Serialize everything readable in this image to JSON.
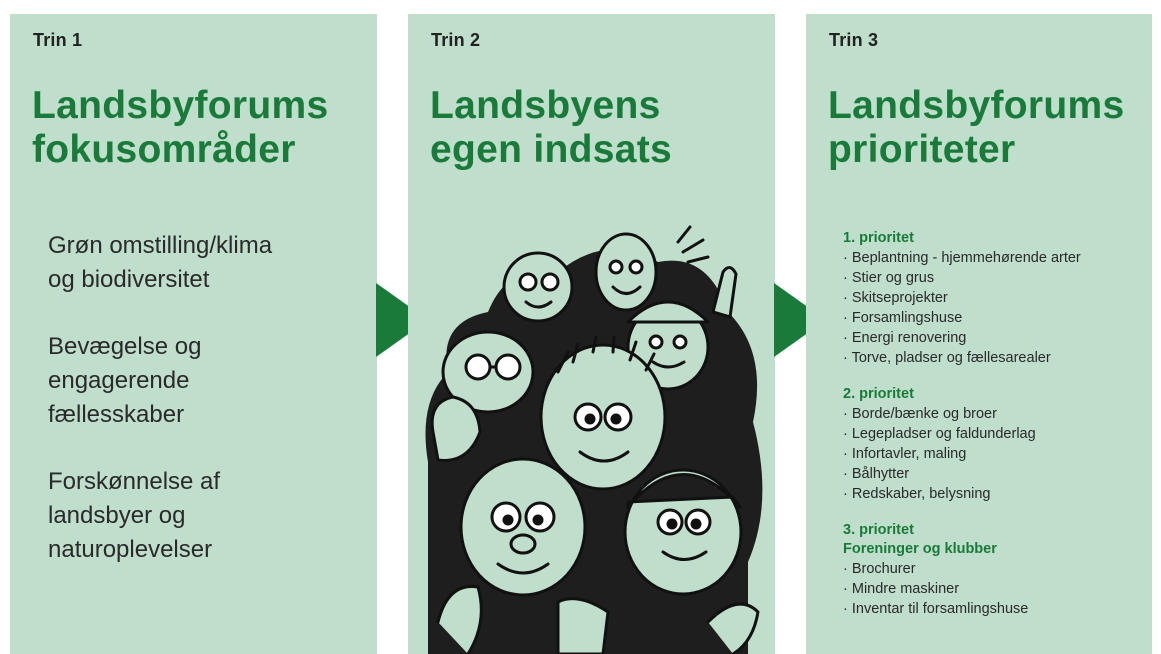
{
  "steps": [
    {
      "label": "Trin 1",
      "heading": [
        "Landsbyforums",
        "fokusområder"
      ],
      "focus_areas": [
        [
          "Grøn omstilling/klima",
          "og biodiversitet"
        ],
        [
          "Bevægelse og",
          "engagerende",
          "fællesskaber"
        ],
        [
          "Forskønnelse af",
          "landsbyer og",
          "naturoplevelser"
        ]
      ]
    },
    {
      "label": "Trin 2",
      "heading": [
        "Landsbyens",
        "egen indsats"
      ]
    },
    {
      "label": "Trin 3",
      "heading": [
        "Landsbyforums",
        "prioriteter"
      ],
      "priorities": [
        {
          "title": "1. prioritet",
          "items": [
            "Beplantning - hjemmehørende arter",
            "Stier og grus",
            "Skitseprojekter",
            "Forsamlingshuse",
            "Energi renovering",
            "Torve, pladser og fællesarealer"
          ]
        },
        {
          "title": "2. prioritet",
          "items": [
            "Borde/bænke og broer",
            "Legepladser og faldunderlag",
            "Infortavler, maling",
            "Bålhytter",
            "Redskaber, belysning"
          ]
        },
        {
          "title": "3. prioritet",
          "subtitle": "Foreninger og klubber",
          "items": [
            "Brochurer",
            "Mindre maskiner",
            "Inventar til forsamlingshuse"
          ]
        }
      ]
    }
  ],
  "colors": {
    "panel": "#bfdecc",
    "accent": "#1a7a3a",
    "text": "#2a2a2a"
  }
}
